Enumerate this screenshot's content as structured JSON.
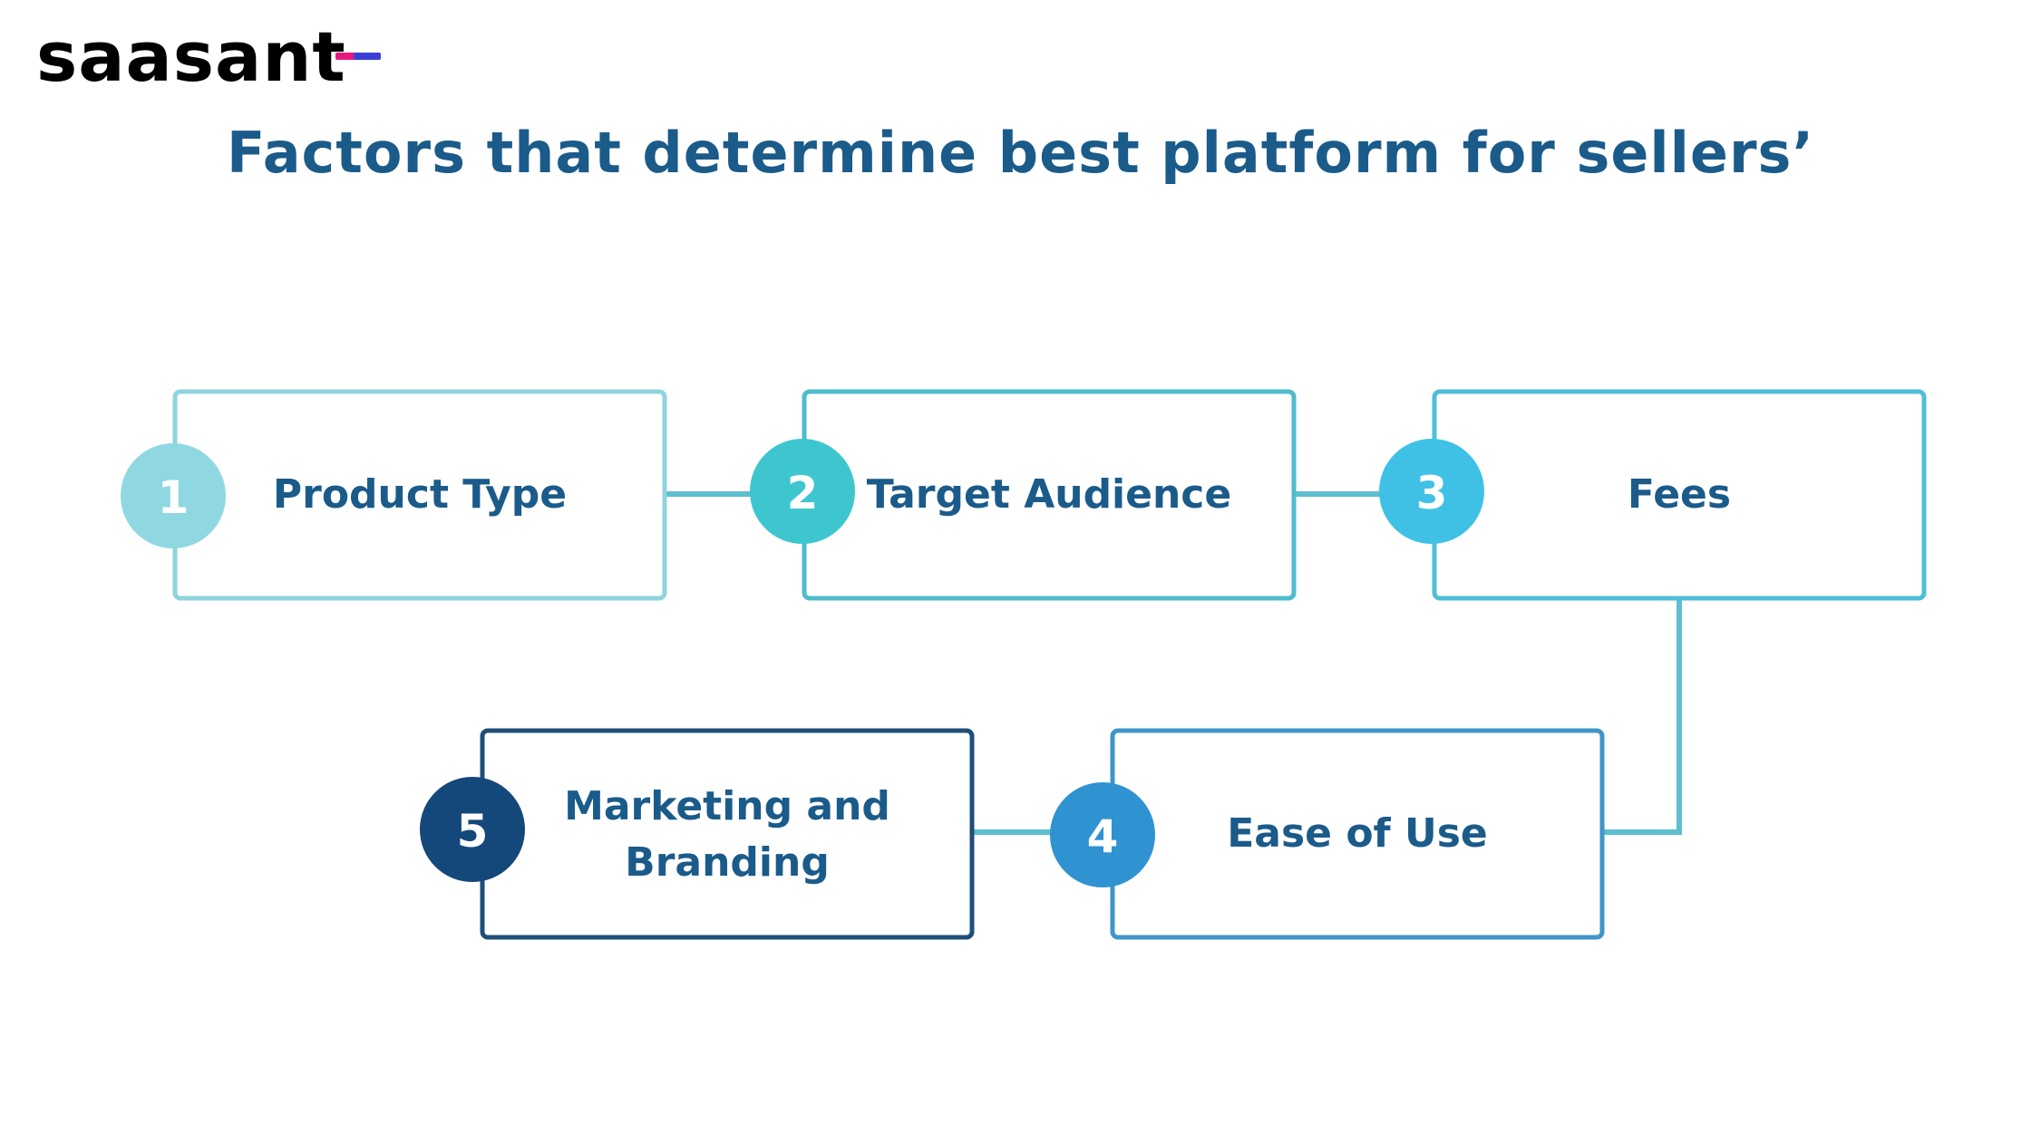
{
  "logo": {
    "text": "saasant",
    "accent_colors": [
      "#e8197d",
      "#3b3fd8"
    ]
  },
  "title": "Factors that determine best platform for sellers’",
  "steps": [
    {
      "number": "1",
      "label_lines": [
        "Product Type"
      ],
      "color": "#8fd8e1"
    },
    {
      "number": "2",
      "label_lines": [
        "Target Audience"
      ],
      "color": "#3ec6cf"
    },
    {
      "number": "3",
      "label_lines": [
        "Fees"
      ],
      "color": "#3fc1e6"
    },
    {
      "number": "4",
      "label_lines": [
        "Ease of Use"
      ],
      "color": "#2f92d1"
    },
    {
      "number": "5",
      "label_lines": [
        "Marketing and",
        "Branding"
      ],
      "color": "#14477a"
    }
  ],
  "colors": {
    "title": "#1b5b8a",
    "box_border": "#5dbfd0",
    "box_border_dark": "#1f4e78",
    "connector": "#5dbfd0"
  }
}
